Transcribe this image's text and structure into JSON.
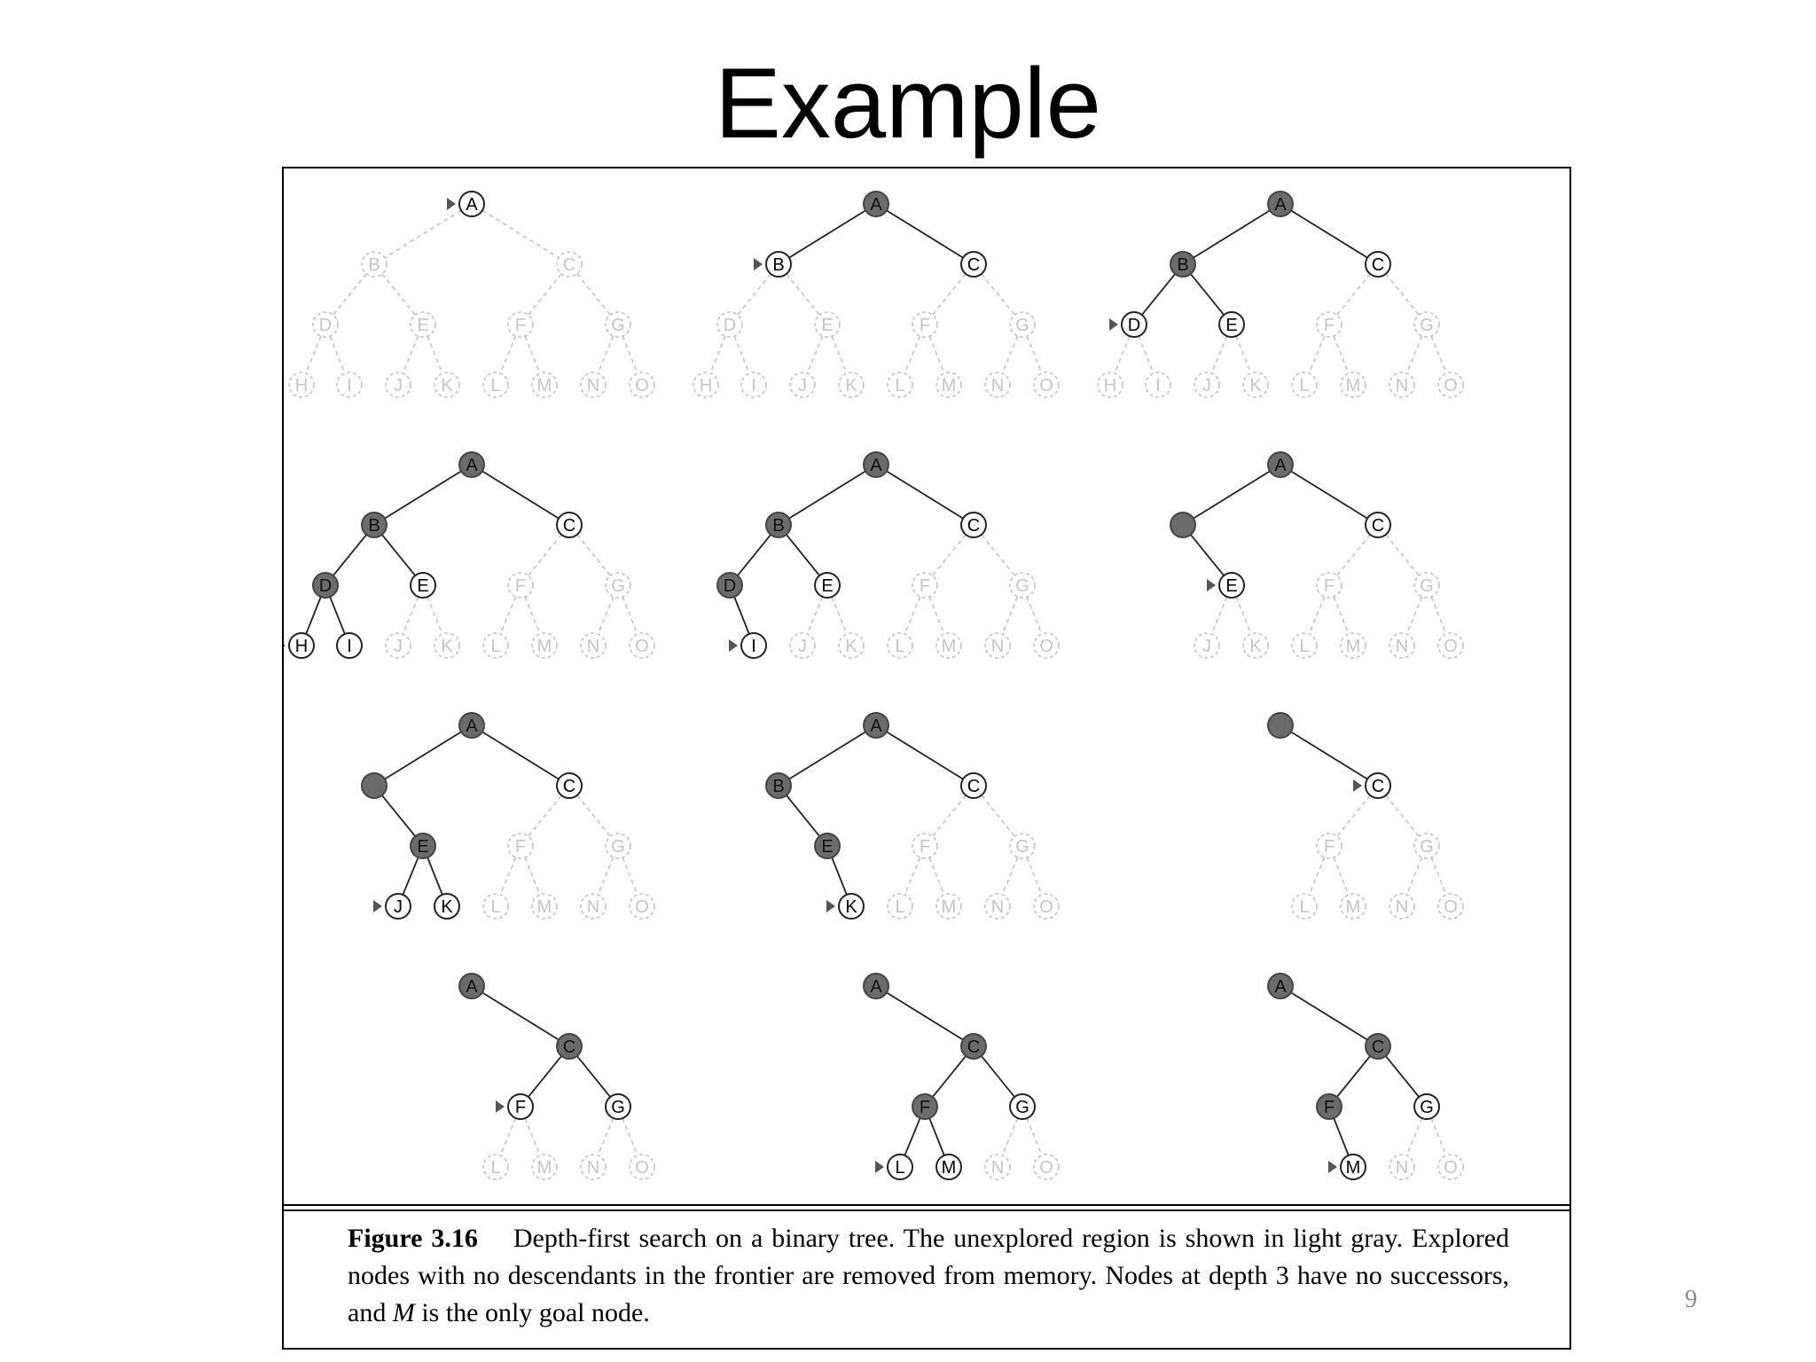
{
  "slide": {
    "title": "Example",
    "page_number": "9"
  },
  "figure": {
    "caption": {
      "label": "Figure 3.16",
      "text_before_goal": "Depth-first search on a binary tree. The unexplored region is shown in light gray. Explored nodes with no descendants in the frontier are removed from memory. Nodes at depth 3 have no successors, and",
      "goal_node": "M",
      "text_after_goal": "is the only goal node."
    },
    "tree": {
      "nodes": [
        "A",
        "B",
        "C",
        "D",
        "E",
        "F",
        "G",
        "H",
        "I",
        "J",
        "K",
        "L",
        "M",
        "N",
        "O"
      ],
      "edges": [
        [
          "A",
          "B"
        ],
        [
          "A",
          "C"
        ],
        [
          "B",
          "D"
        ],
        [
          "B",
          "E"
        ],
        [
          "C",
          "F"
        ],
        [
          "C",
          "G"
        ],
        [
          "D",
          "H"
        ],
        [
          "D",
          "I"
        ],
        [
          "E",
          "J"
        ],
        [
          "E",
          "K"
        ],
        [
          "F",
          "L"
        ],
        [
          "F",
          "M"
        ],
        [
          "G",
          "N"
        ],
        [
          "G",
          "O"
        ]
      ]
    },
    "colors": {
      "explored": "#6b6b6b",
      "frontier": "#ffffff",
      "unexplored": "#c4c4c4",
      "edge": "#222222"
    },
    "panels": [
      {
        "step": 1,
        "explored": [],
        "frontier": [
          "A"
        ],
        "removed": [],
        "next": "A"
      },
      {
        "step": 2,
        "explored": [
          "A"
        ],
        "frontier": [
          "B",
          "C"
        ],
        "removed": [],
        "next": "B"
      },
      {
        "step": 3,
        "explored": [
          "A",
          "B"
        ],
        "frontier": [
          "D",
          "E",
          "C"
        ],
        "removed": [],
        "next": "D"
      },
      {
        "step": 4,
        "explored": [
          "A",
          "B",
          "D"
        ],
        "frontier": [
          "H",
          "I",
          "E",
          "C"
        ],
        "removed": [],
        "next": "H"
      },
      {
        "step": 5,
        "explored": [
          "A",
          "B",
          "D"
        ],
        "frontier": [
          "I",
          "E",
          "C"
        ],
        "removed": [
          "H"
        ],
        "next": "I"
      },
      {
        "step": 6,
        "explored": [
          "A",
          "B"
        ],
        "frontier": [
          "E",
          "C"
        ],
        "removed": [
          "D",
          "H",
          "I"
        ],
        "unlabeled": [
          "B"
        ],
        "next": "E"
      },
      {
        "step": 7,
        "explored": [
          "A",
          "B",
          "E"
        ],
        "frontier": [
          "J",
          "K",
          "C"
        ],
        "removed": [
          "D",
          "H",
          "I"
        ],
        "unlabeled": [
          "B"
        ],
        "next": "J"
      },
      {
        "step": 8,
        "explored": [
          "A",
          "B",
          "E"
        ],
        "frontier": [
          "K",
          "C"
        ],
        "removed": [
          "D",
          "H",
          "I",
          "J"
        ],
        "next": "K"
      },
      {
        "step": 9,
        "explored": [
          "A"
        ],
        "frontier": [
          "C"
        ],
        "removed": [
          "B",
          "D",
          "E",
          "H",
          "I",
          "J",
          "K"
        ],
        "unlabeled": [
          "A"
        ],
        "next": "C"
      },
      {
        "step": 10,
        "explored": [
          "A",
          "C"
        ],
        "frontier": [
          "F",
          "G"
        ],
        "removed": [
          "B",
          "D",
          "E",
          "H",
          "I",
          "J",
          "K"
        ],
        "next": "F"
      },
      {
        "step": 11,
        "explored": [
          "A",
          "C",
          "F"
        ],
        "frontier": [
          "L",
          "M",
          "G"
        ],
        "removed": [
          "B",
          "D",
          "E",
          "H",
          "I",
          "J",
          "K"
        ],
        "next": "L"
      },
      {
        "step": 12,
        "explored": [
          "A",
          "C",
          "F"
        ],
        "frontier": [
          "M",
          "G"
        ],
        "removed": [
          "B",
          "D",
          "E",
          "H",
          "I",
          "J",
          "K",
          "L"
        ],
        "next": "M"
      }
    ]
  }
}
